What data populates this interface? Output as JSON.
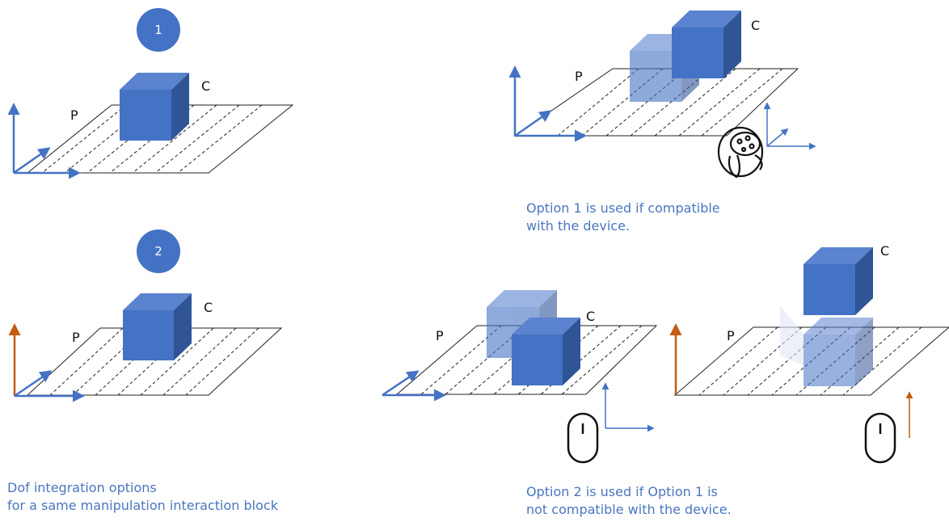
{
  "steps": {
    "one": "1",
    "two": "2"
  },
  "labels": {
    "plane": "P",
    "cube": "C"
  },
  "captions": {
    "option1": [
      "Option 1 is used if compatible",
      "with the device."
    ],
    "option2": [
      "Option 2 is used if Option 1 is",
      "not compatible with the device."
    ],
    "dof": [
      "Dof integration options",
      "for a same manipulation interaction block"
    ]
  },
  "colors": {
    "axis_blue": "#4472c4",
    "axis_orange": "#c55a11",
    "cube_front": "#4472c4",
    "cube_top": "#5b83d0",
    "cube_side": "#2f5597",
    "caption": "#4a76c0",
    "badge": "#4472c4"
  },
  "icons": [
    "vr-controller-icon",
    "mouse-icon",
    "mouse-icon"
  ]
}
